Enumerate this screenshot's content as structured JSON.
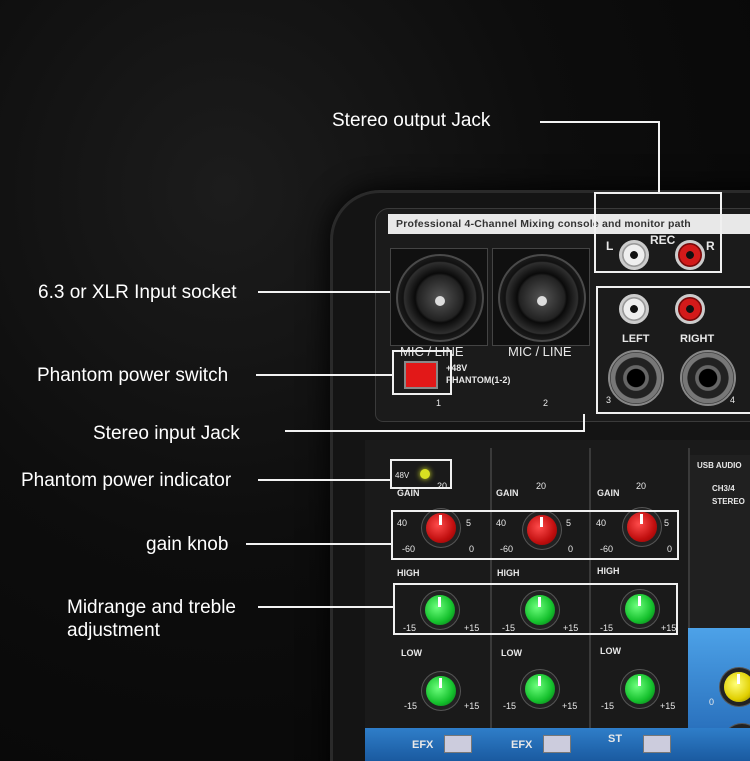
{
  "labels": {
    "stereo_output": "Stereo output Jack",
    "input_socket": "6.3 or XLR Input socket",
    "phantom_switch": "Phantom power switch",
    "stereo_input": "Stereo input Jack",
    "phantom_indicator": "Phantom power indicator",
    "gain_knob": "gain knob",
    "mid_treble": "Midrange and treble adjustment"
  },
  "mixer": {
    "header": "Professional 4-Channel Mixing console and monitor path",
    "rec": "REC",
    "rec_l": "L",
    "rec_r": "R",
    "mic_line_1": "MIC / LINE",
    "mic_line_2": "MIC / LINE",
    "phantom_48v": "+48V",
    "phantom_label": "PHANTOM(1-2)",
    "left": "LEFT",
    "right": "RIGHT",
    "ch1": "1",
    "ch2": "2",
    "ch3": "3",
    "ch4": "4",
    "led_48v": "48V",
    "gain": "GAIN",
    "gain_max": "20",
    "gain_40": "40",
    "gain_5": "5",
    "gain_m60": "-60",
    "gain_0": "0",
    "high": "HIGH",
    "low": "LOW",
    "eq_min": "-15",
    "eq_max": "+15",
    "efx": "EFX",
    "st": "ST",
    "usb_audio": "USB AUDIO",
    "ch34": "CH3/4",
    "stereo": "STEREO",
    "zero": "0"
  },
  "colors": {
    "callout": "#f2f2f2",
    "red_knob": "#c10f0f",
    "green_knob": "#14c02c",
    "phantom_switch": "#e21818",
    "led": "#d8e022",
    "accent_blue": "#2f7ec9"
  }
}
